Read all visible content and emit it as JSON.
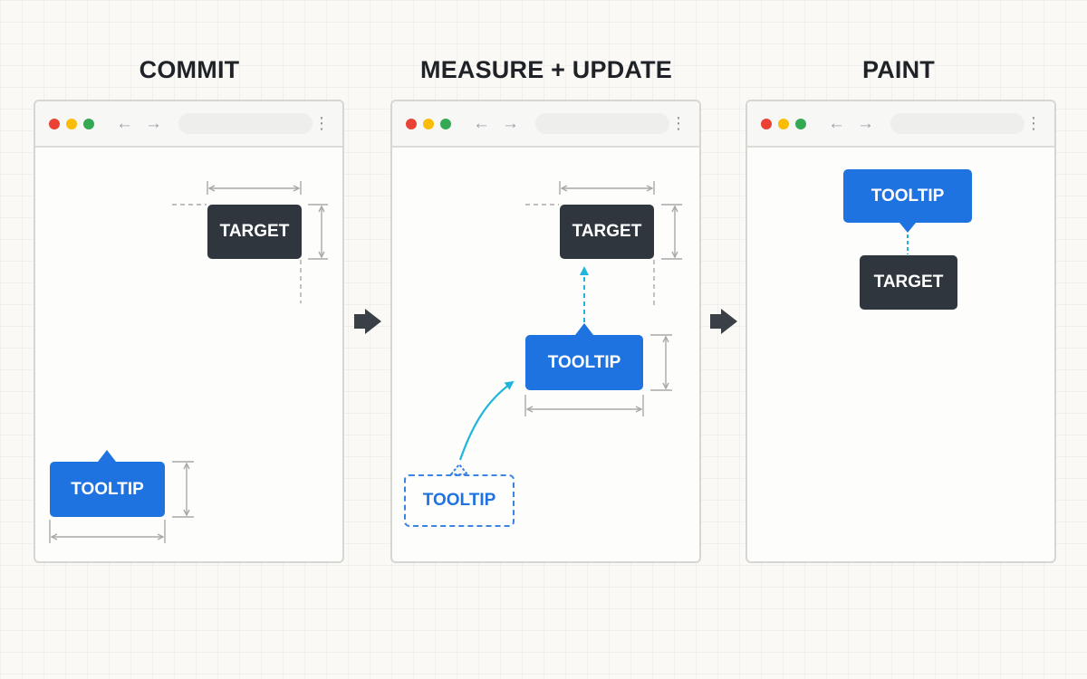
{
  "stages": [
    {
      "title": "COMMIT"
    },
    {
      "title": "MEASURE + UPDATE"
    },
    {
      "title": "PAINT"
    }
  ],
  "browser": {
    "dots": [
      "#ea4335",
      "#fbbc05",
      "#34a853"
    ],
    "back_icon": "arrow-left-icon",
    "forward_icon": "arrow-right-icon",
    "menu_icon": "kebab-menu-icon"
  },
  "labels": {
    "target": "TARGET",
    "tooltip": "TOOLTIP"
  },
  "colors": {
    "target": "#30363d",
    "tooltip": "#1f73e0",
    "guide": "#a9a9a9",
    "move_arrow": "#1fb5dc",
    "step_arrow": "#3b4046"
  }
}
